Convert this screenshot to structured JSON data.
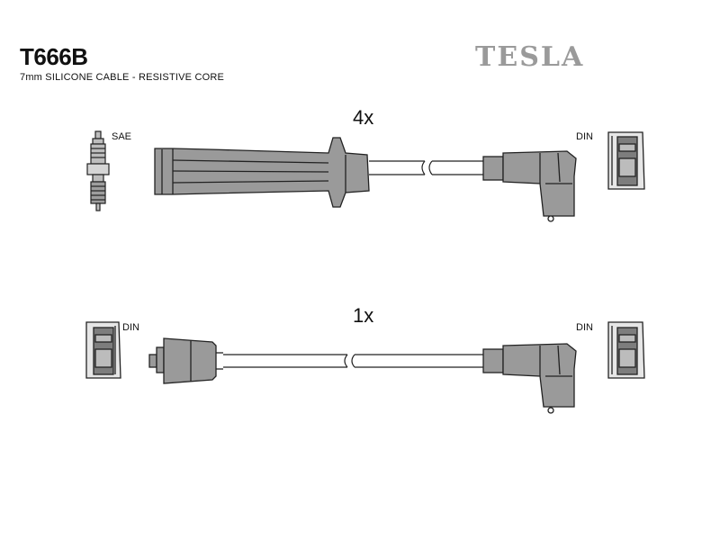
{
  "header": {
    "part_number": "T666B",
    "description": "7mm SILICONE CABLE - RESISTIVE CORE",
    "brand": "TESLA"
  },
  "rows": [
    {
      "quantity": "4x",
      "left_connector_label": "SAE",
      "right_connector_label": "DIN"
    },
    {
      "quantity": "1x",
      "left_connector_label": "DIN",
      "right_connector_label": "DIN"
    }
  ]
}
